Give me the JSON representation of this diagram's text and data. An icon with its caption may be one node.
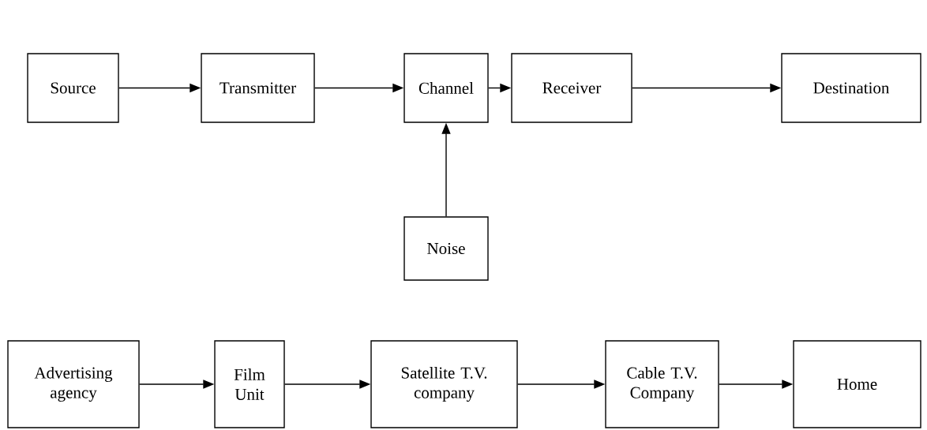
{
  "diagram": {
    "nodes": [
      {
        "text": [
          "Source"
        ]
      },
      {
        "text": [
          "Transmitter"
        ]
      },
      {
        "text": [
          "Channel"
        ]
      },
      {
        "text": [
          "Receiver"
        ]
      },
      {
        "text": [
          "Destination"
        ]
      },
      {
        "text": [
          "Noise"
        ]
      },
      {
        "text": [
          "Advertising agency"
        ]
      },
      {
        "text": [
          "Film Unit"
        ]
      },
      {
        "text": [
          "Satellite T.V. company"
        ]
      },
      {
        "text": [
          "Cable T.V. Company"
        ]
      },
      {
        "text": [
          "Home"
        ]
      }
    ],
    "edges": [
      {
        "from": 0,
        "to": 1,
        "arrow": "to"
      },
      {
        "from": 1,
        "to": 2,
        "arrow": "to"
      },
      {
        "from": 2,
        "to": 3,
        "arrow": "to"
      },
      {
        "from": 3,
        "to": 4,
        "arrow": "to"
      },
      {
        "from": 5,
        "to": 2,
        "arrow": "to"
      },
      {
        "from": 6,
        "to": 7,
        "arrow": "to"
      },
      {
        "from": 7,
        "to": 8,
        "arrow": "to"
      },
      {
        "from": 8,
        "to": 9,
        "arrow": "to"
      },
      {
        "from": 9,
        "to": 10,
        "arrow": "to"
      }
    ]
  }
}
